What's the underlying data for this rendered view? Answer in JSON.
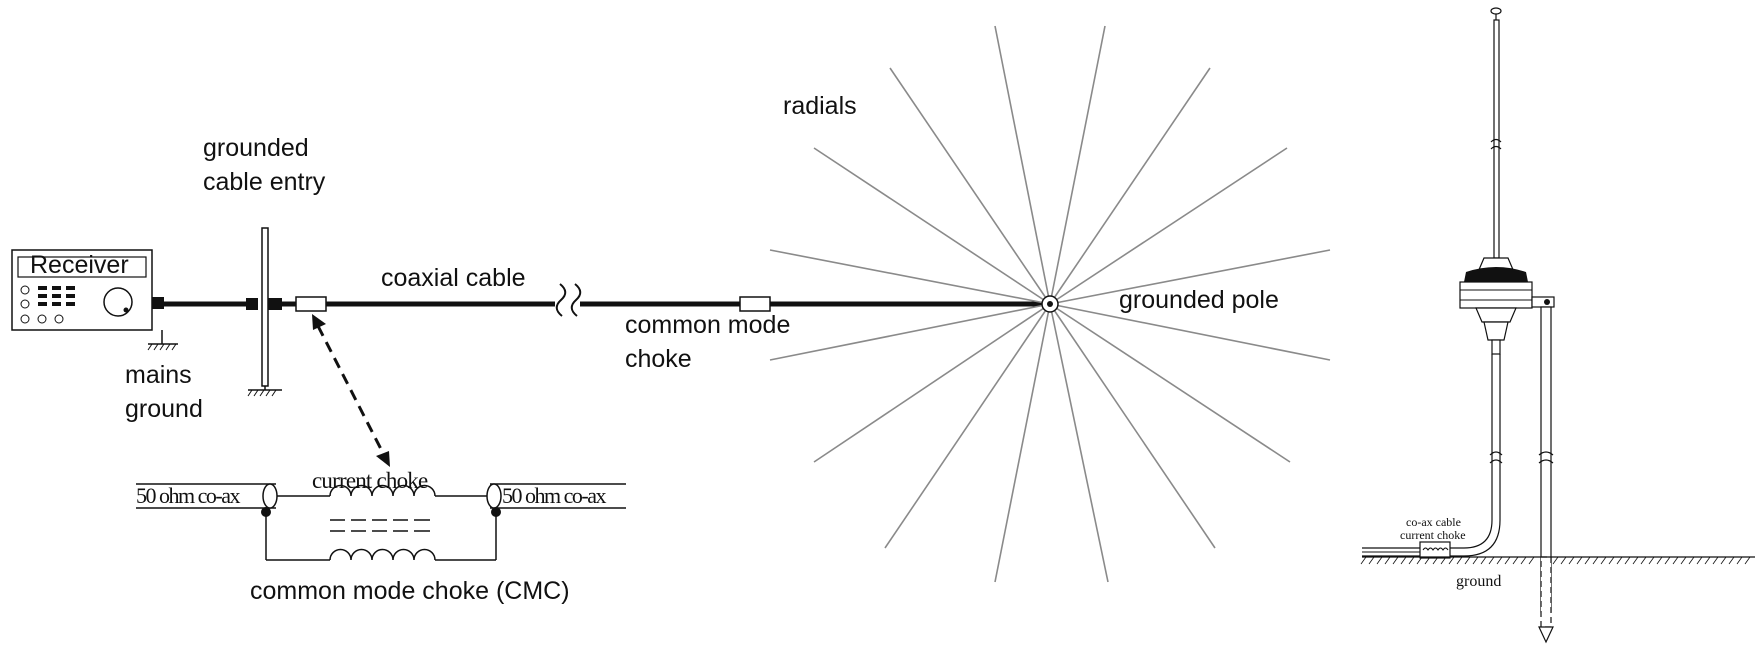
{
  "labels": {
    "receiver": "Receiver",
    "grounded_cable_entry_1": "grounded",
    "grounded_cable_entry_2": "cable entry",
    "coaxial_cable": "coaxial cable",
    "mains_ground_1": "mains",
    "mains_ground_2": "ground",
    "common_mode_choke_1": "common mode",
    "common_mode_choke_2": "choke",
    "radials": "radials",
    "grounded_pole": "grounded pole",
    "current_choke": "current choke",
    "coax_left": "50 ohm co-ax",
    "coax_right": "50 ohm co-ax",
    "cmc_caption": "common mode choke (CMC)",
    "coax_cable_current_choke_1": "co-ax cable",
    "coax_cable_current_choke_2": "current choke",
    "ground": "ground"
  },
  "colors": {
    "line": "#111111",
    "radial": "#8a8a8a",
    "background": "#ffffff"
  },
  "icons": [
    "receiver-icon",
    "ground-symbol-icon",
    "antenna-icon",
    "break-mark-icon"
  ]
}
